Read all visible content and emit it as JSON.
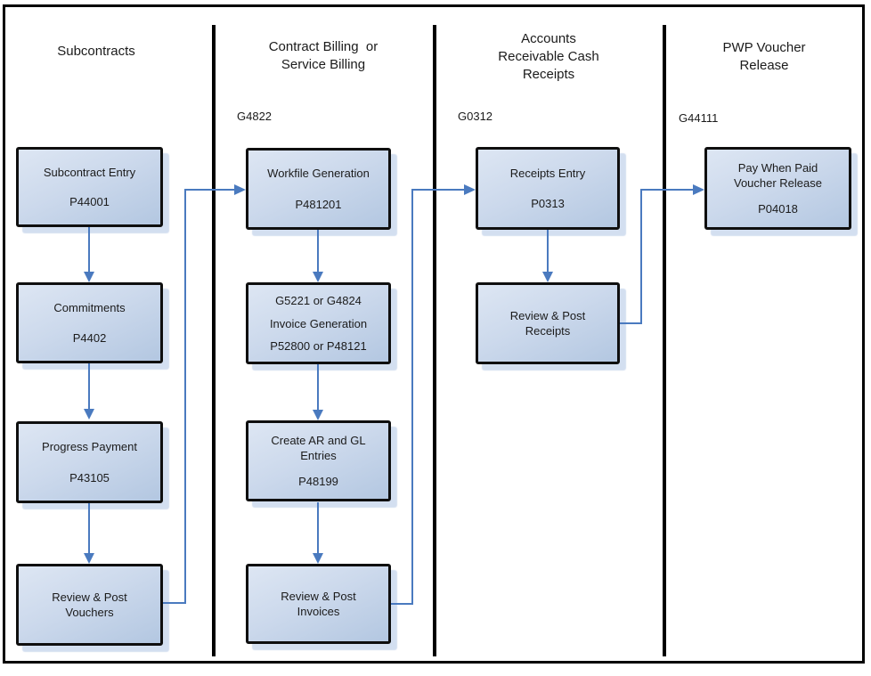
{
  "colors": {
    "accent": "#4a7abf",
    "box_border": "#0f0f0f",
    "box_fill_top": "#dde6f3",
    "box_fill_mid": "#ccd9ec",
    "box_fill_bottom": "#b3c7e1",
    "shadow": "rgba(174,197,227,0.55)",
    "divider": "#000000"
  },
  "columns": [
    {
      "header_lines": [
        "Subcontracts"
      ],
      "g_label": "",
      "boxes": [
        {
          "paras": [
            [
              "Subcontract Entry"
            ],
            [
              "P44001"
            ]
          ]
        },
        {
          "paras": [
            [
              "Commitments"
            ],
            [
              "P4402"
            ]
          ]
        },
        {
          "paras": [
            [
              "Progress Payment"
            ],
            [
              "P43105"
            ]
          ]
        },
        {
          "paras": [
            [
              "Review & Post",
              "Vouchers"
            ]
          ]
        }
      ]
    },
    {
      "header_lines": [
        "Contract Billing  or",
        "Service Billing"
      ],
      "g_label": "G4822",
      "boxes": [
        {
          "paras": [
            [
              "Workfile Generation"
            ],
            [
              "P481201"
            ]
          ]
        },
        {
          "paras": [
            [
              "G5221 or G4824"
            ],
            [
              "Invoice Generation"
            ],
            [
              "P52800 or P48121"
            ]
          ]
        },
        {
          "paras": [
            [
              "Create AR and GL",
              "Entries"
            ],
            [
              "P48199"
            ]
          ]
        },
        {
          "paras": [
            [
              "Review & Post",
              "Invoices"
            ]
          ]
        }
      ]
    },
    {
      "header_lines": [
        "Accounts",
        "Receivable Cash",
        "Receipts"
      ],
      "g_label": "G0312",
      "boxes": [
        {
          "paras": [
            [
              "Receipts Entry"
            ],
            [
              "P0313"
            ]
          ]
        },
        {
          "paras": [
            [
              "Review & Post",
              "Receipts"
            ]
          ]
        }
      ]
    },
    {
      "header_lines": [
        "PWP Voucher",
        "Release"
      ],
      "g_label": "G44111",
      "boxes": [
        {
          "paras": [
            [
              "Pay When Paid",
              "Voucher Release"
            ],
            [
              "P04018"
            ]
          ]
        }
      ]
    }
  ]
}
